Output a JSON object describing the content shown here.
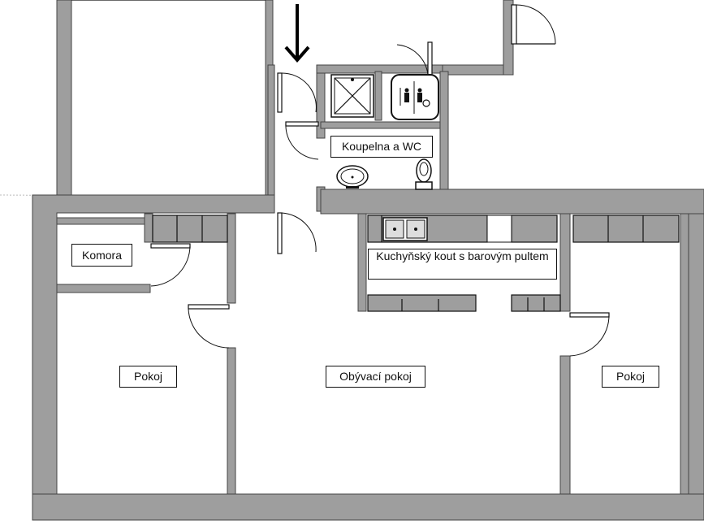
{
  "plan": {
    "rooms": {
      "koupelna": "Koupelna a WC",
      "komora": "Komora",
      "kuchyn": "Kuchyňský kout s barovým pultem",
      "pokoj_left": "Pokoj",
      "obyvaci": "Obývací pokoj",
      "pokoj_right": "Pokoj"
    },
    "icons": [
      "entrance-arrow-icon",
      "shower-icon",
      "elevator-icon",
      "sink-icon",
      "toilet-icon",
      "kitchen-sink-icon"
    ],
    "colors": {
      "wall": "#9e9e9e",
      "line": "#111111",
      "background": "#ffffff"
    }
  }
}
